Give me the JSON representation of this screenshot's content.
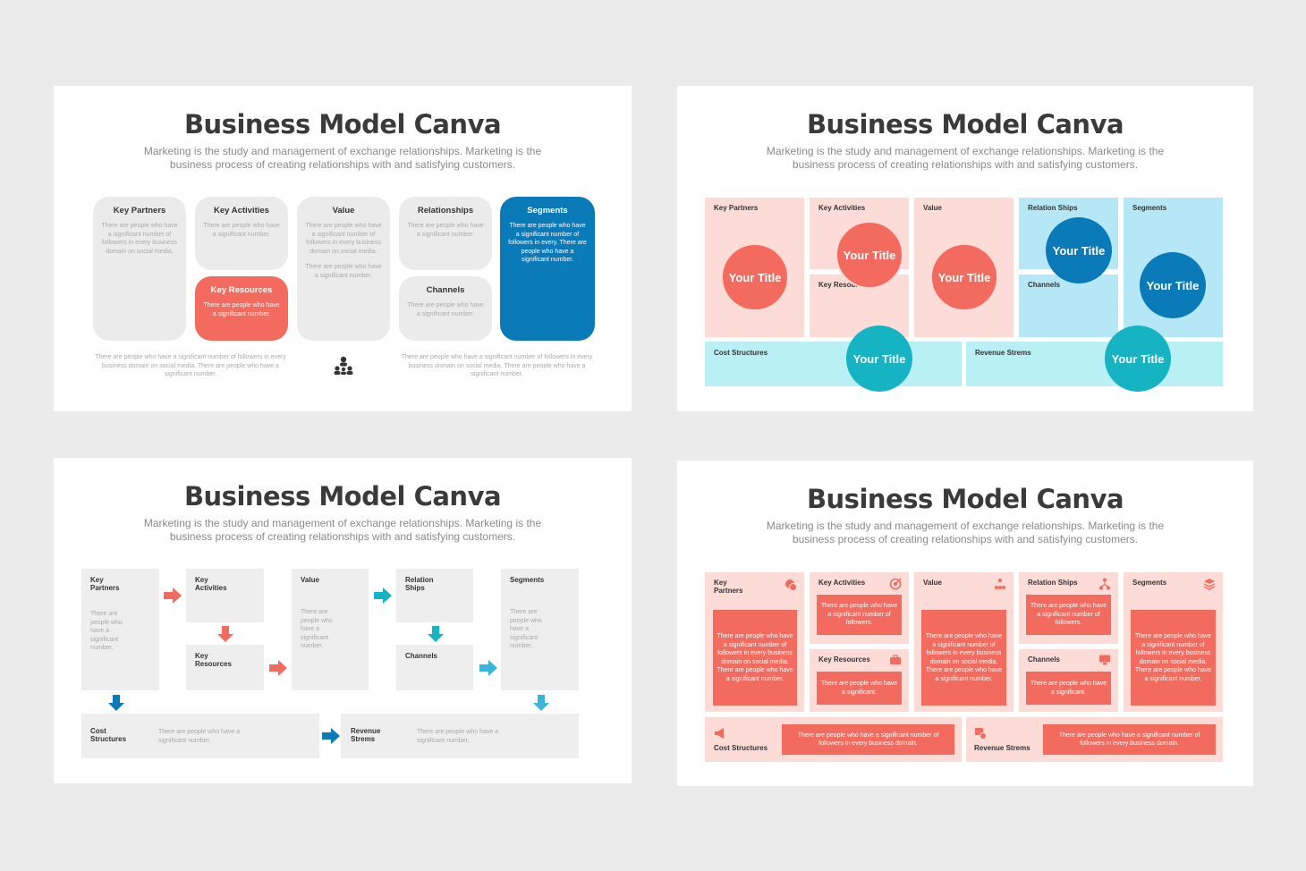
{
  "common": {
    "title": "Business Model Canva",
    "subtitle": "Marketing is the study and management of exchange relationships. Marketing is the business process of creating relationships with and satisfying customers."
  },
  "colors": {
    "coral": "#f26b5e",
    "blue": "#0b7ab8",
    "teal": "#16b3c2",
    "pink": "#fddcd8",
    "light_blue": "#b6e7f6",
    "gray": "#ebebeb"
  },
  "slide1": {
    "key_partners": {
      "label": "Key Partners",
      "text": "There are people who have a significant number of followers in every business domain on social media."
    },
    "key_activities": {
      "label": "Key Activities",
      "text": "There are people who have a significant number."
    },
    "key_resources": {
      "label": "Key Resources",
      "text": "There are people who have a significant number."
    },
    "value": {
      "label": "Value",
      "text": "There are people who have a significant number of followers in every business domain on social media.",
      "text2": "There are people who have a significant number."
    },
    "relationships": {
      "label": "Relationships",
      "text": "There are people who have a significant number."
    },
    "channels": {
      "label": "Channels",
      "text": "There are people who have a significant number."
    },
    "segments": {
      "label": "Segments",
      "text": "There are people who have a significant number of followers in every. There are people who have a significant number."
    },
    "footer_left": "There are people who have a significant number of followers in every business domain on social media. There are people who have a significant number.",
    "footer_right": "There are people who have a significant number of followers in every business domain on social media. There are people who have a significant number.",
    "center_icon": "org-chart-icon"
  },
  "slide2": {
    "key_partners": "Key Partners",
    "key_activities": "Key Activities",
    "key_resources": "Key Resources",
    "value": "Value",
    "relation_ships": "Relation Ships",
    "channels": "Channels",
    "segments": "Segments",
    "cost_structures": "Cost Structures",
    "revenue_strems": "Revenue Strems",
    "circle_label": "Your Title"
  },
  "slide3": {
    "key_partners": "Key Partners",
    "key_activities": "Key Activities",
    "key_resources": "Key Resources",
    "value": "Value",
    "relation_ships": "Relation Ships",
    "channels": "Channels",
    "segments": "Segments",
    "cost_structures": "Cost Structures",
    "revenue_strems": "Revenue Strems",
    "short_text": "There are people who have a significant number.",
    "cost_text": "There are people who have a significant number.",
    "revenue_text": "There are people who have a significant number."
  },
  "slide4": {
    "key_partners": "Key Partners",
    "key_activities": "Key Activities",
    "key_resources": "Key Resources",
    "value": "Value",
    "relation_ships": "Relation Ships",
    "channels": "Channels",
    "segments": "Segments",
    "cost_structures": "Cost Structures",
    "revenue_strems": "Revenue Strems",
    "long_text": "There are people who have a significant number of followers in every business domain on social media. There are people who have a significant number.",
    "mid_text": "There are people who have a significant number of followers.",
    "short_text": "There are people who have a significant.",
    "bottom_text": "There are people who have a significant number of followers in every business domain."
  }
}
